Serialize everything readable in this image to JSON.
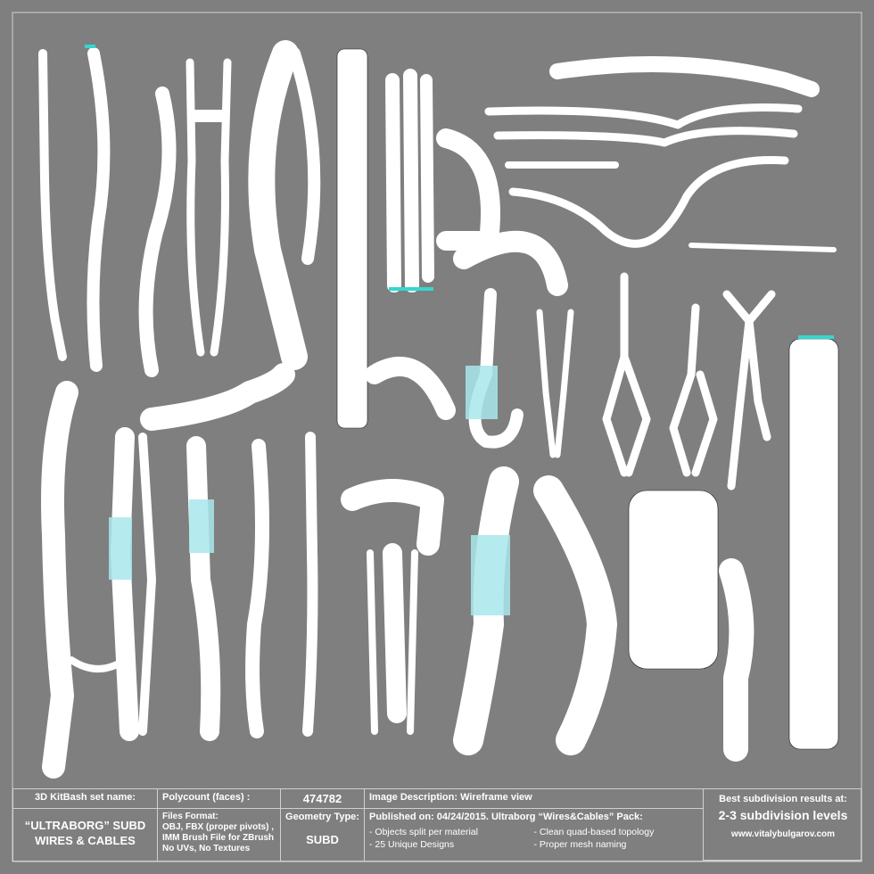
{
  "info_panel": {
    "kit_label": "3D KitBash set name:",
    "kit_name_line1": "“ULTRABORG” SUBD",
    "kit_name_line2": "WIRES & CABLES",
    "polycount_label": "Polycount (faces) :",
    "polycount_value": "474782",
    "files_format_label": "Files Format:",
    "files_format_lines": [
      "OBJ, FBX (proper pivots) ,",
      "IMM Brush File for ZBrush",
      "No UVs, No Textures"
    ],
    "geometry_label": "Geometry Type:",
    "geometry_value": "SUBD",
    "description_label": "Image Description: Wireframe view",
    "published_text": "Published on: 04/24/2015. Ultraborg “Wires&Cables” Pack:",
    "bullets": [
      "-  Objects split per material",
      "-  Clean quad-based topology",
      "-  25 Unique Designs",
      "-  Proper mesh naming"
    ],
    "subdiv_label": "Best subdivision results at:",
    "subdiv_value": "2-3 subdivision levels",
    "website": "www.vitalybulgarov.com"
  },
  "colors": {
    "background": "#7f7f7f",
    "wire": "#ffffff",
    "accent": "#35d6d0"
  }
}
